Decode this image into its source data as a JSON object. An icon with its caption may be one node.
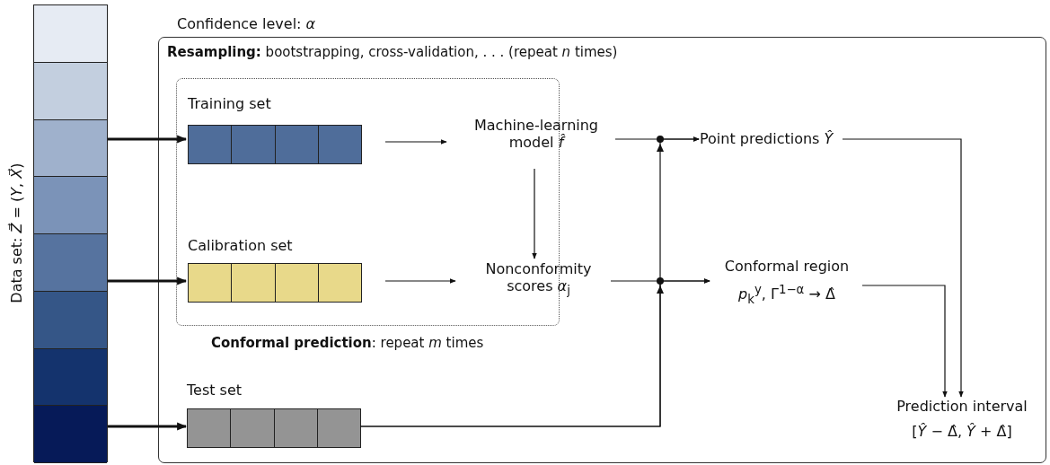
{
  "diagram": {
    "nodes": [
      {
        "text": [
          "Data set: *Z⃗* = (*Y*, *X⃗*)"
        ]
      },
      {
        "text": [
          "Confidence level: *α*",
          "**Resampling:** bootstrapping, cross-validation, . . . (repeat *n* times)"
        ]
      },
      {
        "text": [
          "**Conformal prediction**: repeat *m* times"
        ],
        "in": 1
      },
      {
        "text": [
          "Training set"
        ],
        "in": 2
      },
      {
        "text": [
          "Machine-learning model *f̂*"
        ],
        "in": 2
      },
      {
        "text": [
          "Calibration set"
        ],
        "in": 2
      },
      {
        "text": [
          "Nonconformity scores *α*$_{j}$"
        ],
        "in": 2
      },
      {
        "text": [
          "Test set"
        ],
        "in": 1
      },
      {
        "text": [
          "Point predictions *Ŷ*"
        ],
        "in": 1
      },
      {
        "text": [
          "Conformal region",
          "*p*$_{k}$$^{y}$, Γ$^{1−α}$ → Δ̂"
        ],
        "in": 1
      },
      {
        "text": [
          "Prediction interval",
          "[*Ŷ* − Δ̂, *Ŷ* + Δ̂]"
        ],
        "in": 1
      }
    ],
    "edges": [
      {
        "from": 0,
        "to": 3,
        "arrow": "to",
        "style": "thick"
      },
      {
        "from": 0,
        "to": 5,
        "arrow": "to",
        "style": "thick"
      },
      {
        "from": 0,
        "to": 7,
        "arrow": "to",
        "style": "thick"
      },
      {
        "from": 3,
        "to": 4,
        "arrow": "to"
      },
      {
        "from": 5,
        "to": 6,
        "arrow": "to"
      },
      {
        "from": 4,
        "to": 6,
        "arrow": "to"
      },
      {
        "from": 4,
        "to": 8,
        "arrow": "to"
      },
      {
        "from": 7,
        "to": 8,
        "arrow": "to"
      },
      {
        "from": 7,
        "to": 9,
        "arrow": "to"
      },
      {
        "from": 6,
        "to": 9,
        "arrow": "to"
      },
      {
        "from": 8,
        "to": 10,
        "arrow": "to"
      },
      {
        "from": 9,
        "to": 10,
        "arrow": "to"
      }
    ]
  }
}
